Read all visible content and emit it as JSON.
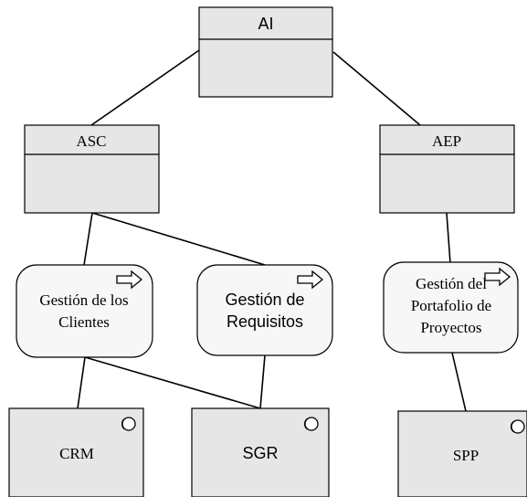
{
  "nodes": {
    "ai": {
      "label": "AI"
    },
    "asc": {
      "label": "ASC"
    },
    "aep": {
      "label": "AEP"
    },
    "gestion_clientes": {
      "lines": [
        "Gestión de los",
        "Clientes"
      ]
    },
    "gestion_requisitos": {
      "lines": [
        "Gestión de",
        "Requisitos"
      ]
    },
    "gestion_portafolio": {
      "lines": [
        "Gestión del",
        "Portafolio de",
        "Proyectos"
      ]
    },
    "crm": {
      "label": "CRM"
    },
    "sgr": {
      "label": "SGR"
    },
    "spp": {
      "label": "SPP"
    }
  },
  "colors": {
    "box_fill": "#e6e6e6",
    "process_fill": "#f7f7f7",
    "stroke": "#000000"
  },
  "icons": {
    "process": "right-arrow-icon",
    "component": "component-icon"
  }
}
